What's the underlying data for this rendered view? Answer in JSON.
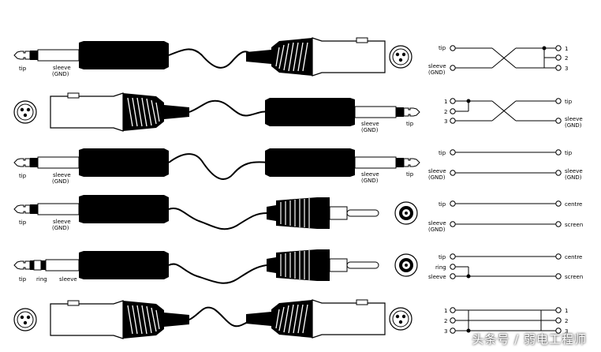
{
  "labels": {
    "tip": "tip",
    "ring": "ring",
    "sleeve": "sleeve",
    "sleeve_gnd_1": "sleeve",
    "sleeve_gnd_2": "(GND)",
    "gnd": "(GND)",
    "centre": "centre",
    "screen": "screen",
    "pin1": "1",
    "pin2": "2",
    "pin3": "3"
  },
  "watermark": "头条号 / 弱电工程师"
}
